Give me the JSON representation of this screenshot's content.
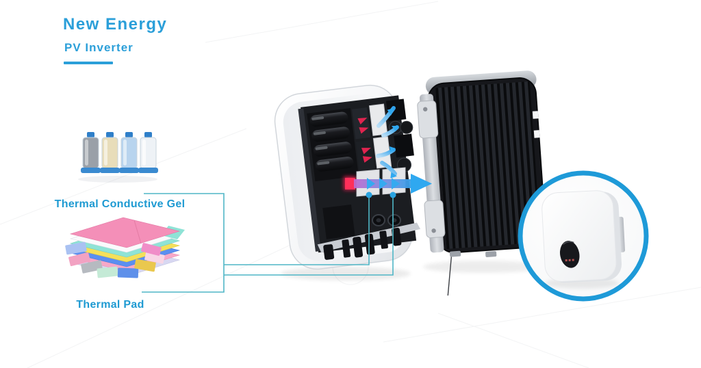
{
  "header": {
    "title": "New Energy",
    "subtitle": "PV Inverter",
    "accent_color": "#2b9fd9"
  },
  "callouts": {
    "gel": {
      "label": "Thermal Conductive Gel"
    },
    "pad": {
      "label": "Thermal Pad"
    },
    "line_color": "#4fb6c6",
    "dot_color": "#2aa3e0"
  },
  "illustration": {
    "products": {
      "syringes": {
        "name": "thermal-gel-syringe-cartridges",
        "count": 4,
        "fill_colors": [
          "#9aa0a8",
          "#e8ddba",
          "#b8d4ee",
          "#eef2f6"
        ],
        "cap_color": "#2f7fc9",
        "base_color": "#3a8ad0"
      },
      "pad_stack": {
        "name": "thermal-pad-sheet-stack",
        "sheet_colors": [
          "#d8d8f2",
          "#f7a8c8",
          "#5b8ff0",
          "#f5e05a",
          "#8fe3d6",
          "#fafafc",
          "#f48fb8"
        ],
        "loose_pad_colors": [
          "#aac2f2",
          "#f2a2c2",
          "#b6bac0",
          "#c4ead6",
          "#5e90ea",
          "#eac84e",
          "#f08ec8",
          "#f8d6e6"
        ]
      }
    },
    "inverter_exploded": {
      "heat_flow_arrow_color": "#2fa8f0",
      "heat_source_color": "#e81f4e",
      "thermal_pad_color": "#e9eaec",
      "heatsink_color": "#16171b"
    },
    "inset": {
      "ring_color": "#1e9ad8"
    }
  }
}
